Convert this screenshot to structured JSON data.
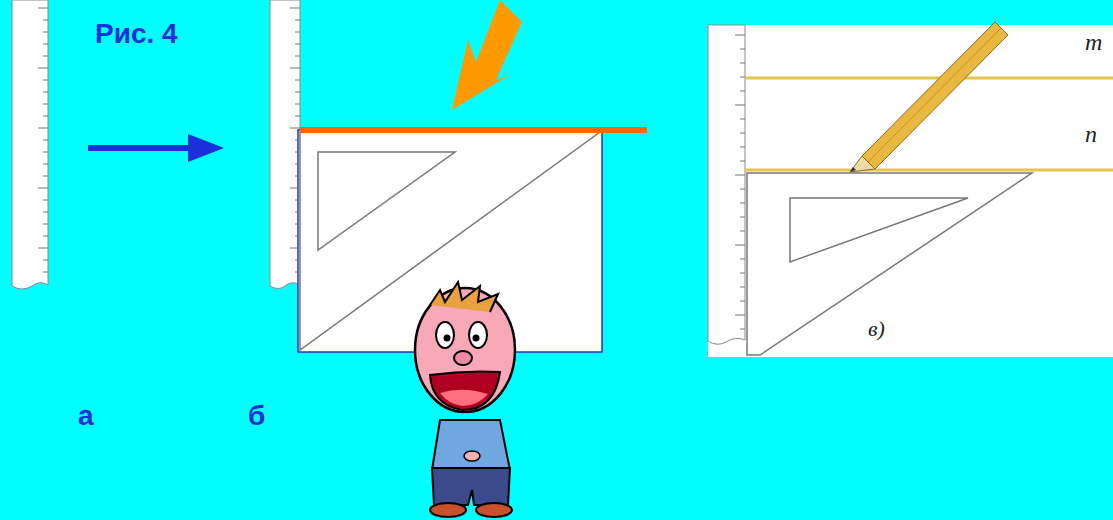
{
  "diagram": {
    "labels": [
      "Рис. 4",
      "а",
      "б",
      "m",
      "n",
      "в)"
    ]
  }
}
